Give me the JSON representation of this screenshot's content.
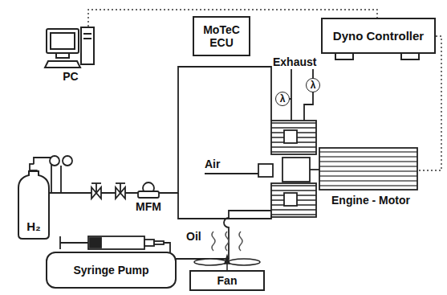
{
  "diagram": {
    "nodes": [
      {
        "text": [
          "MoTeC ECU"
        ]
      },
      {
        "text": [
          "Dyno Controller"
        ]
      },
      {
        "text": [
          "λ"
        ]
      },
      {
        "text": [
          "λ"
        ]
      },
      {
        "text": [
          "H₂"
        ]
      },
      {
        "text": [
          "Syringe Pump"
        ]
      },
      {
        "text": [
          "Fan"
        ]
      }
    ],
    "labels": [
      "PC",
      "Exhaust",
      "MFM",
      "Air",
      "Oil",
      "Engine - Motor"
    ]
  }
}
